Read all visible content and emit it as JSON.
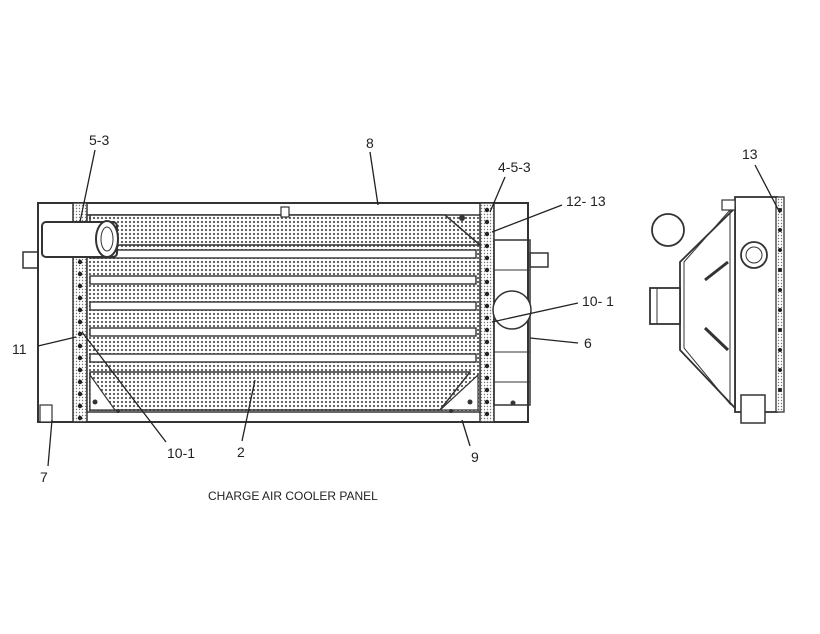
{
  "diagram": {
    "caption": "CHARGE AIR COOLER PANEL",
    "callouts": {
      "c_5_3": "5-3",
      "c_8": "8",
      "c_4_5_3": "4-5-3",
      "c_12_13": "12- 13",
      "c_13": "13",
      "c_10_1_right": "10- 1",
      "c_6": "6",
      "c_11": "11",
      "c_7": "7",
      "c_10_1_bottom": "10-1",
      "c_2": "2",
      "c_9": "9"
    }
  }
}
